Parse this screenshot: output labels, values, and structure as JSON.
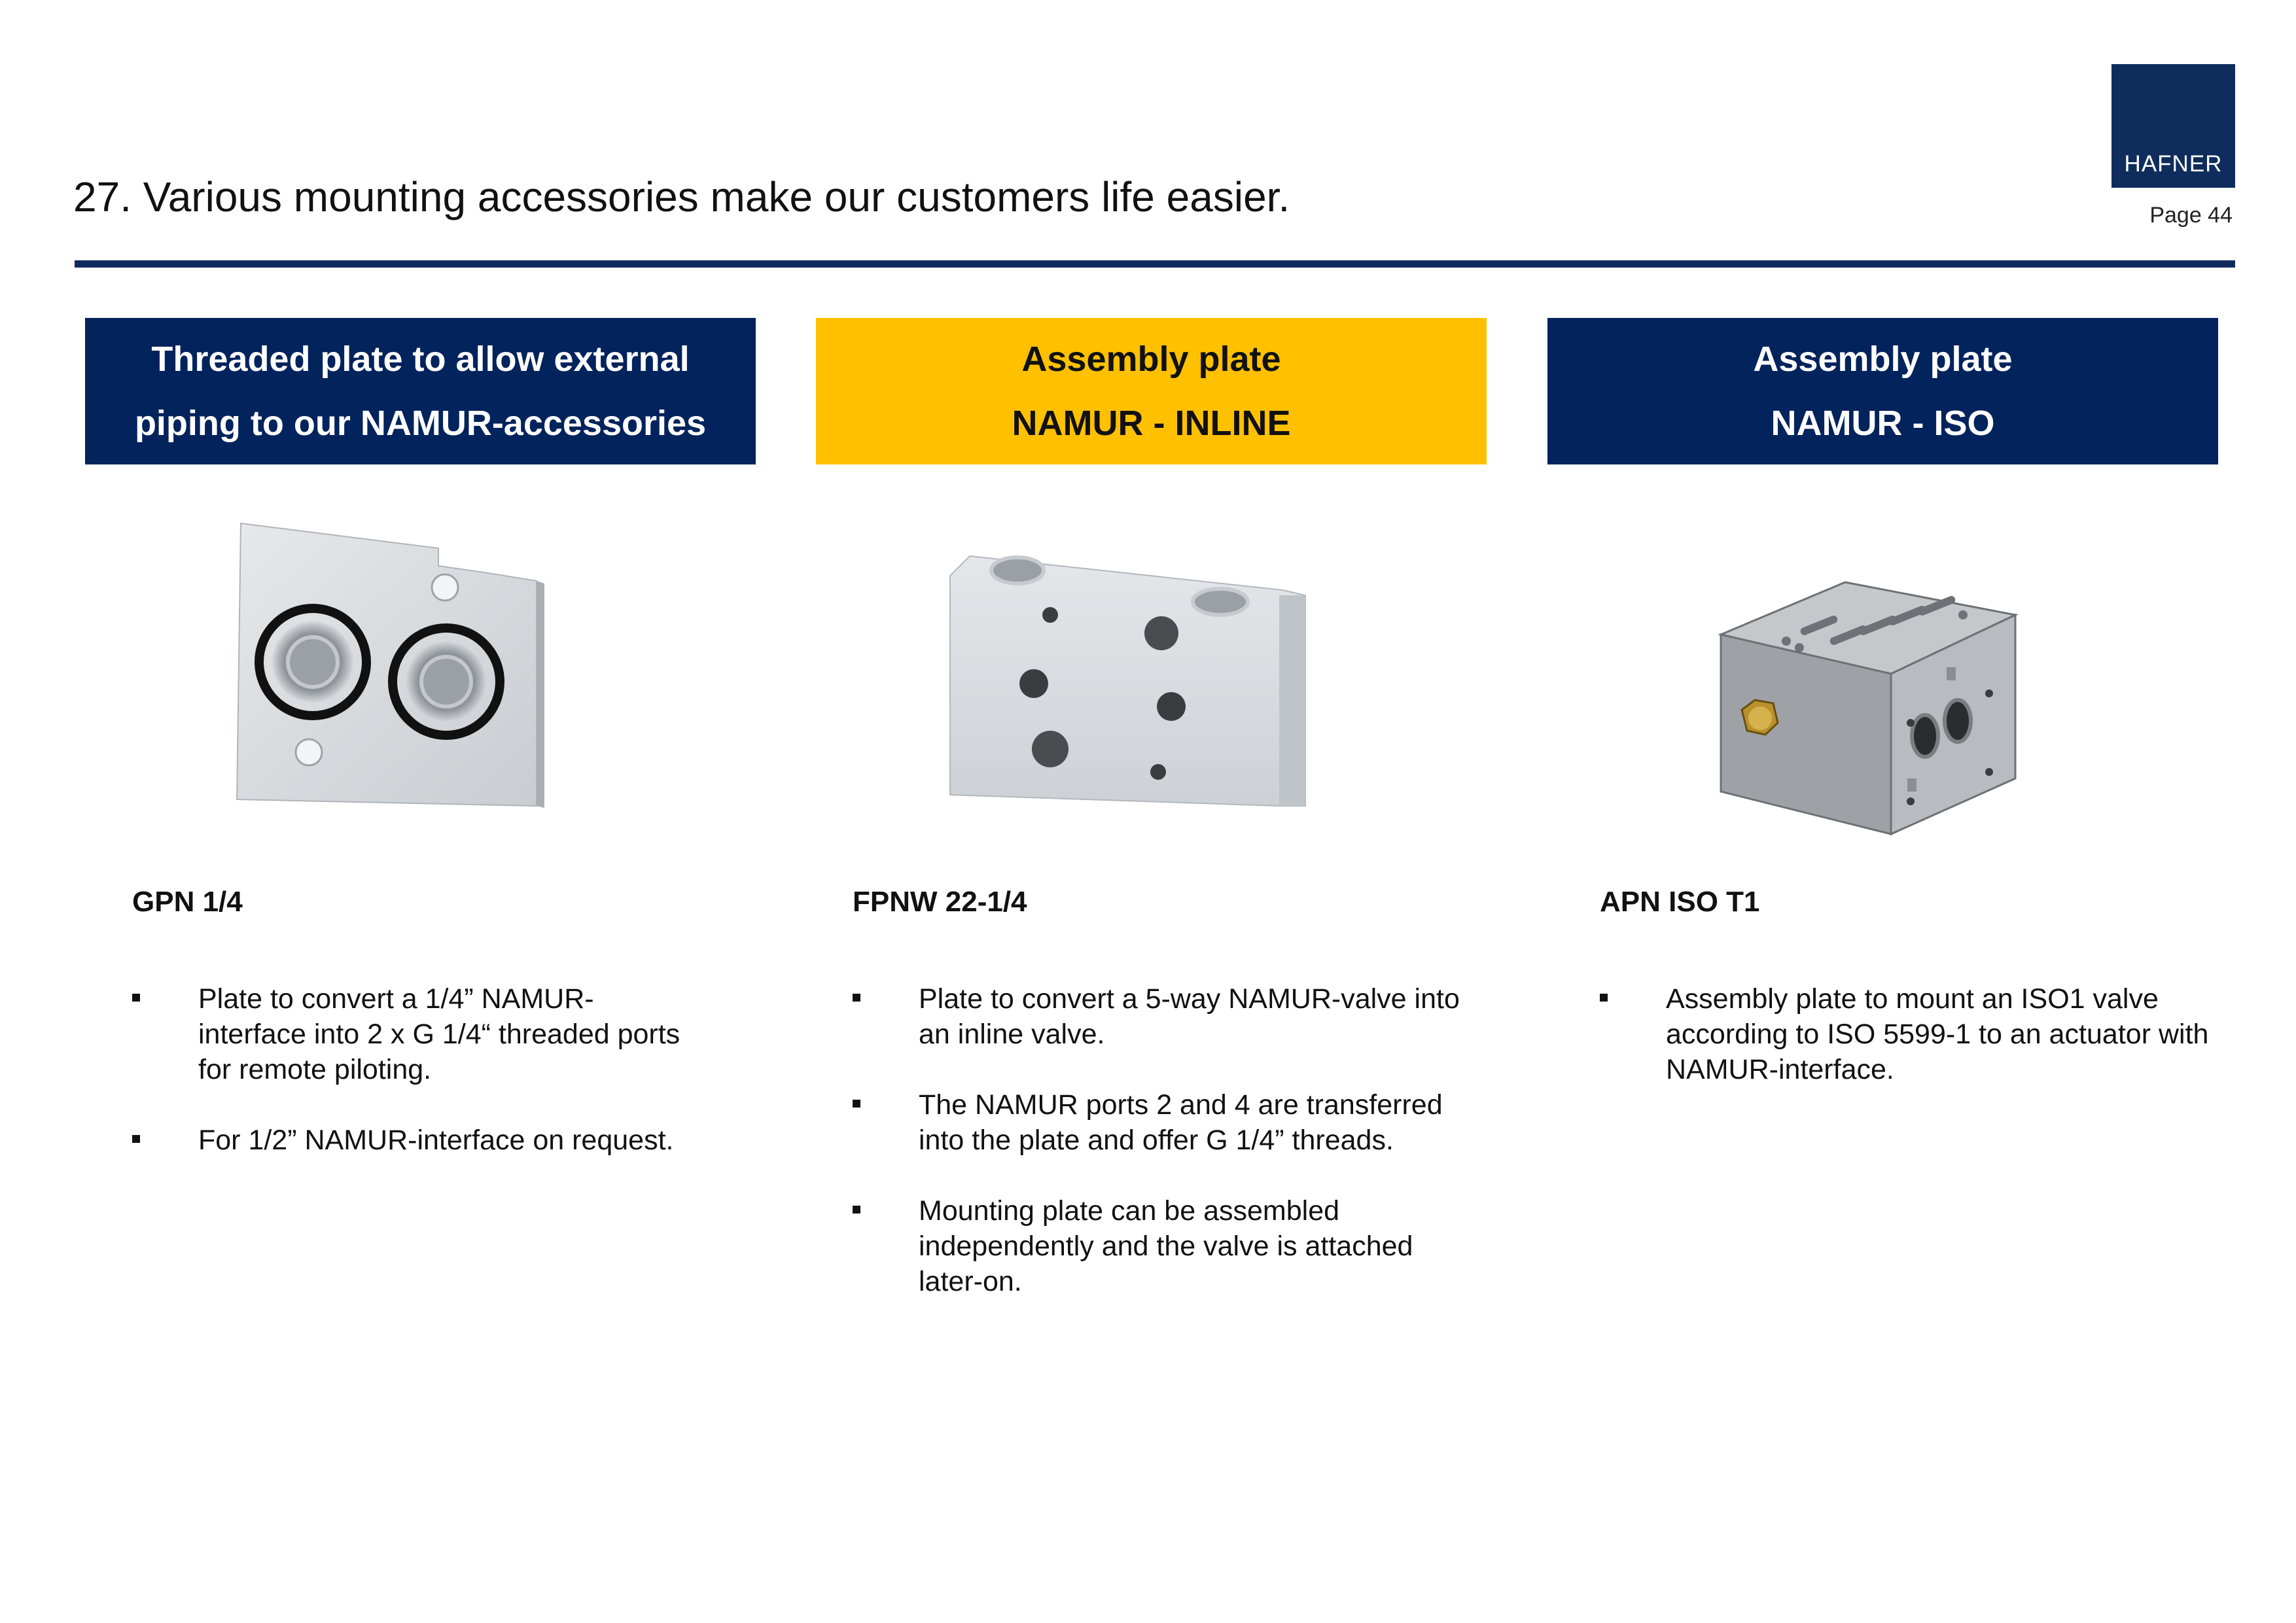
{
  "logo": {
    "text": "HAFNER",
    "color": "#0f2d5c"
  },
  "title": "27. Various mounting accessories make our customers life easier.",
  "page_number": "Page 44",
  "colors": {
    "navy": "#02235c",
    "yellow": "#ffc000",
    "rule": "#0f2a5e"
  },
  "columns": [
    {
      "header": [
        "Threaded plate to allow external",
        "piping to our NAMUR-accessories"
      ],
      "header_style": "navy",
      "model": "GPN 1/4",
      "bullets": [
        "Plate to convert a 1/4” NAMUR-interface into 2 x G 1/4“ threaded ports for remote piloting.",
        "For 1/2” NAMUR-interface on request."
      ]
    },
    {
      "header": [
        "Assembly plate",
        "NAMUR - INLINE"
      ],
      "header_style": "yellow",
      "model": "FPNW 22-1/4",
      "bullets": [
        "Plate to convert a 5-way NAMUR-valve into an inline valve.",
        "The NAMUR ports 2 and 4 are transferred into the plate and offer G 1/4” threads.",
        "Mounting plate can be assembled independently and the valve is attached later-on."
      ]
    },
    {
      "header": [
        "Assembly plate",
        "NAMUR - ISO"
      ],
      "header_style": "navy",
      "model": "APN ISO T1",
      "bullets": [
        "Assembly plate to mount an ISO1 valve according to ISO 5599-1 to an actuator with NAMUR-interface."
      ]
    }
  ]
}
